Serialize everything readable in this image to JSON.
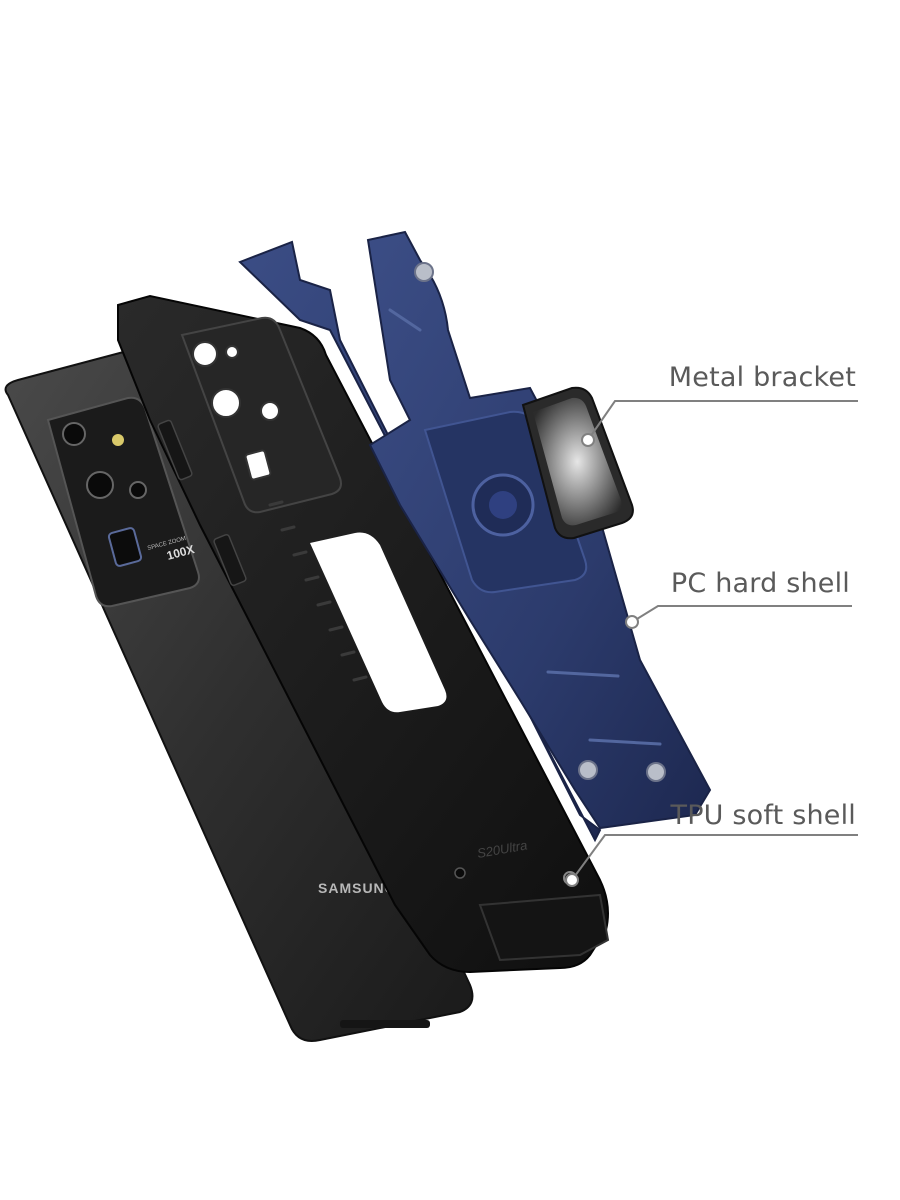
{
  "labels": {
    "metal_bracket": "Metal bracket",
    "pc_hard_shell": "PC hard shell",
    "tpu_soft_shell": "TPU soft shell"
  },
  "phone": {
    "brand": "SAMSUNG",
    "model_mark": "S20Ultra",
    "zoom_mark": "100X",
    "zoom_caption": "SPACE ZOOM"
  },
  "colors": {
    "background": "#ffffff",
    "label_text": "#5a5a5a",
    "leader_line": "#808080",
    "shell_blue": "#2e3f73",
    "tpu_black": "#1e1e1e",
    "phone_body": "#3a3a3a"
  }
}
